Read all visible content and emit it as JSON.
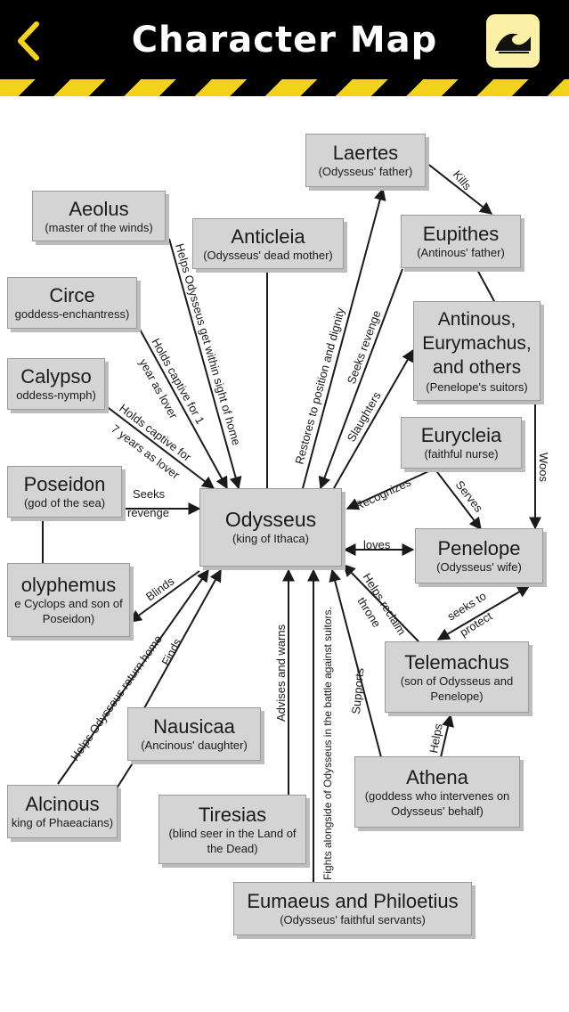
{
  "header": {
    "title": "Character Map",
    "back_icon": "chevron-left-icon",
    "logo_icon": "wave-logo-icon",
    "colors": {
      "bar": "#000000",
      "accent": "#f2d21b",
      "logo_bg": "#fbf1a6",
      "node_fill": "#d4d4d4"
    }
  },
  "nodes": {
    "laertes": {
      "name": "Laertes",
      "desc": "(Odysseus' father)"
    },
    "aeolus": {
      "name": "Aeolus",
      "desc": "(master of the winds)"
    },
    "anticleia": {
      "name": "Anticleia",
      "desc": "(Odysseus' dead mother)"
    },
    "eupithes": {
      "name": "Eupithes",
      "desc": "(Antinous' father)"
    },
    "circe": {
      "name": "Circe",
      "desc": "goddess-enchantress)"
    },
    "suitors": {
      "name1": "Antinous,",
      "name2": "Eurymachus,",
      "name3": "and others",
      "desc": "(Penelope's suitors)"
    },
    "calypso": {
      "name": "Calypso",
      "desc": "oddess-nymph)"
    },
    "eurycleia": {
      "name": "Eurycleia",
      "desc": "(faithful nurse)"
    },
    "poseidon": {
      "name": "Poseidon",
      "desc": "(god of the sea)"
    },
    "odysseus": {
      "name": "Odysseus",
      "desc": "(king of Ithaca)"
    },
    "penelope": {
      "name": "Penelope",
      "desc": "(Odysseus' wife)"
    },
    "polyphemus": {
      "name": "olyphemus",
      "desc1": "e Cyclops and son of",
      "desc2": "Poseidon)"
    },
    "telemachus": {
      "name": "Telemachus",
      "desc1": "(son of Odysseus and",
      "desc2": "Penelope)"
    },
    "nausicaa": {
      "name": "Nausicaa",
      "desc": "(Ancinous' daughter)"
    },
    "athena": {
      "name": "Athena",
      "desc1": "(goddess who intervenes on",
      "desc2": "Odysseus' behalf)"
    },
    "alcinous": {
      "name": "Alcinous",
      "desc": "king of Phaeacians)"
    },
    "tiresias": {
      "name": "Tiresias",
      "desc1": "(blind seer in the Land of",
      "desc2": "the Dead)"
    },
    "servants": {
      "name": "Eumaeus and Philoetius",
      "desc": "(Odysseus' faithful servants)"
    }
  },
  "labels": {
    "kills": "Kills",
    "helps_odysseus_sight": "Helps Odysseus get within sight of home",
    "holds1_a": "Holds captive for 1",
    "holds1_b": "year as lover",
    "holds7_a": "Holds captive for",
    "holds7_b": "7 years as lover",
    "restores": "Restores to position and dignity",
    "seeks_revenge_e": "Seeks revenge",
    "slaughters": "Slaughters",
    "woos": "Woos",
    "recognizes": "Recognizes",
    "serves": "Serves",
    "seeks_p": "Seeks",
    "revenge_p": "revenge",
    "loves": "loves",
    "blinds": "Blinds",
    "helps_return": "Helps Odysseus return home",
    "finds": "Finds",
    "advises": "Advises and warns",
    "fights": "Fights alongside of Odysseus in the battle against suitors.",
    "supports": "Supports",
    "helps_reclaim_a": "Helps reclaim",
    "helps_reclaim_b": "throne",
    "seeks_to": "seeks to",
    "protect": "protect",
    "helps": "Helps"
  }
}
